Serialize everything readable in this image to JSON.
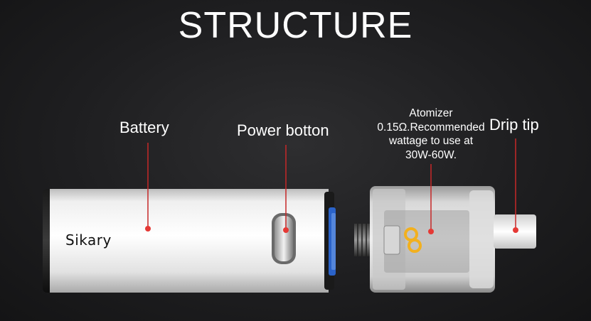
{
  "title": "STRUCTURE",
  "brand": "Sikary",
  "labels": {
    "battery": "Battery",
    "power_button": "Power botton",
    "drip_tip": "Drip tip",
    "atomizer": [
      "Atomizer",
      "0.15Ω.Recommended",
      "wattage to use at",
      "30W-60W."
    ]
  },
  "colors": {
    "background": "#1e1e20",
    "callout_line": "#c62828",
    "callout_dot": "#e53935",
    "battery_body": "#e6e6e6",
    "accent_blue": "#2b63c9",
    "coil_gold": "#f2b01e"
  }
}
